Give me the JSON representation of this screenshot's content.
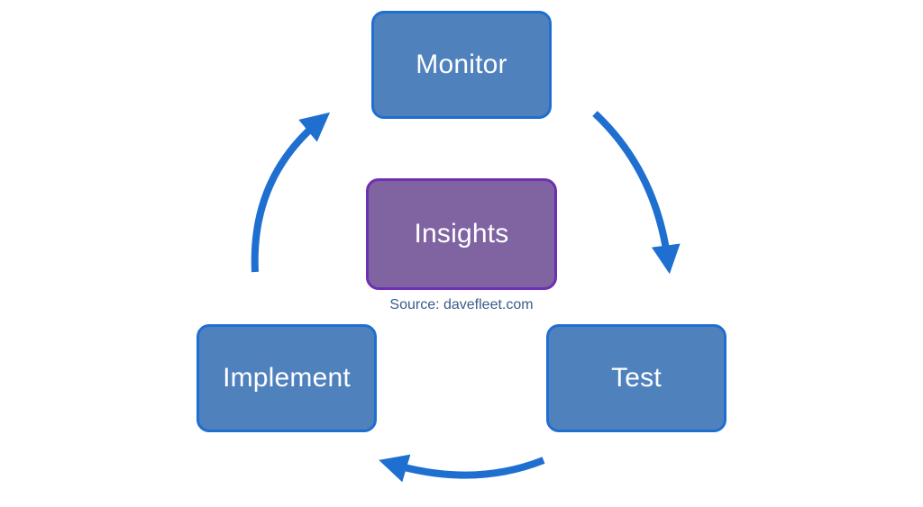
{
  "diagram": {
    "nodes": {
      "monitor": "Monitor",
      "insights": "Insights",
      "implement": "Implement",
      "test": "Test"
    },
    "source": "Source: davefleet.com",
    "colors": {
      "step_fill": "#4f81bd",
      "step_border": "#1f6fd1",
      "center_fill": "#8064a2",
      "center_border": "#6f2fb0",
      "arrow": "#1f6fd1",
      "source_text": "#3a5c8a"
    }
  }
}
